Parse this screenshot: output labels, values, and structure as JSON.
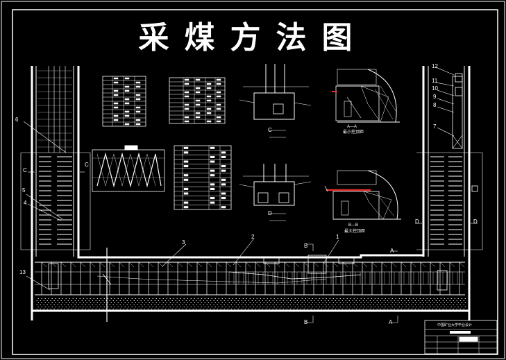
{
  "title": "采煤方法图",
  "labels": {
    "n1": "1",
    "n2": "2",
    "n3": "3",
    "n4": "4",
    "n5": "5",
    "n6": "6",
    "n7": "7",
    "n8": "8",
    "n9": "9",
    "n10": "10",
    "n11": "11",
    "n12": "12",
    "n13": "13",
    "sec_c": "C",
    "sec_d": "D",
    "sec_b": "B",
    "sec_a": "A"
  },
  "captions": {
    "section_aa": "A—A",
    "section_bb": "B—B",
    "min_roof": "最小控顶距",
    "max_roof": "最大控顶距"
  },
  "titleblock": {
    "school": "中国矿业大学毕业设计"
  }
}
